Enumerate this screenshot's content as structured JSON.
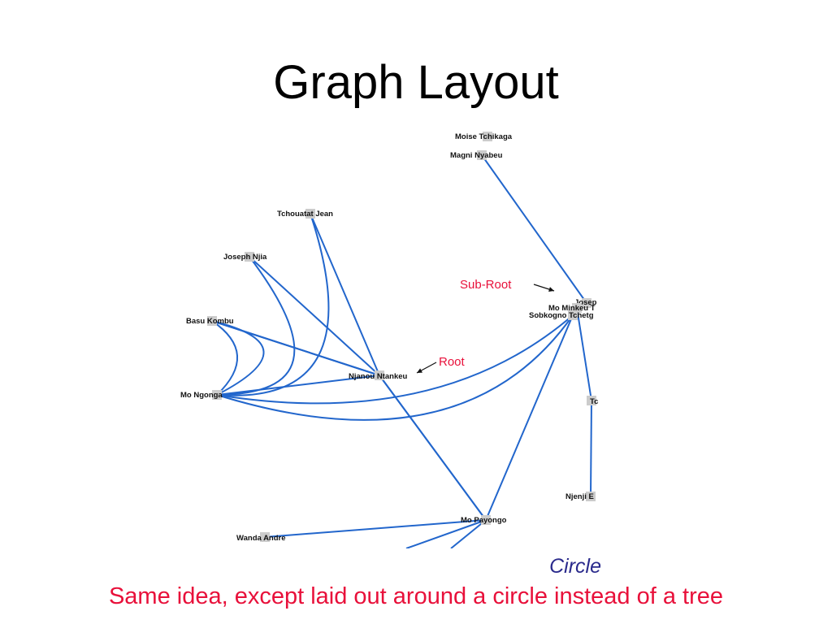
{
  "slide": {
    "title": "Graph Layout",
    "caption_label": "Circle",
    "caption_text": "Same idea, except laid out around a circle instead of a tree"
  },
  "colors": {
    "edge": "#2266cc",
    "node": "#cccccc",
    "annotation": "#e8103a",
    "caption_label": "#2a2a8c"
  },
  "diagram": {
    "annotations": [
      {
        "text": "Sub-Root",
        "points_to": "Mo Minkeu / Sobkogno Tchetgo"
      },
      {
        "text": "Root",
        "points_to": "Njanou Ntankeu"
      }
    ],
    "nodes": [
      {
        "label": "Moise Tchikaga"
      },
      {
        "label": "Magni Nyabeu"
      },
      {
        "label": "Tchouatat Jean"
      },
      {
        "label": "Joseph Njia"
      },
      {
        "label": "Basu Kombu"
      },
      {
        "label": "Mo Ngonga"
      },
      {
        "label": "Njanou Ntankeu"
      },
      {
        "label": "Mo Payongo"
      },
      {
        "label": "Wanda Andre"
      },
      {
        "label": "Josep"
      },
      {
        "label": "Mo Minkeu T"
      },
      {
        "label": "Sobkogno Tchetg"
      },
      {
        "label": "Tc"
      },
      {
        "label": "Njenji E"
      }
    ]
  }
}
